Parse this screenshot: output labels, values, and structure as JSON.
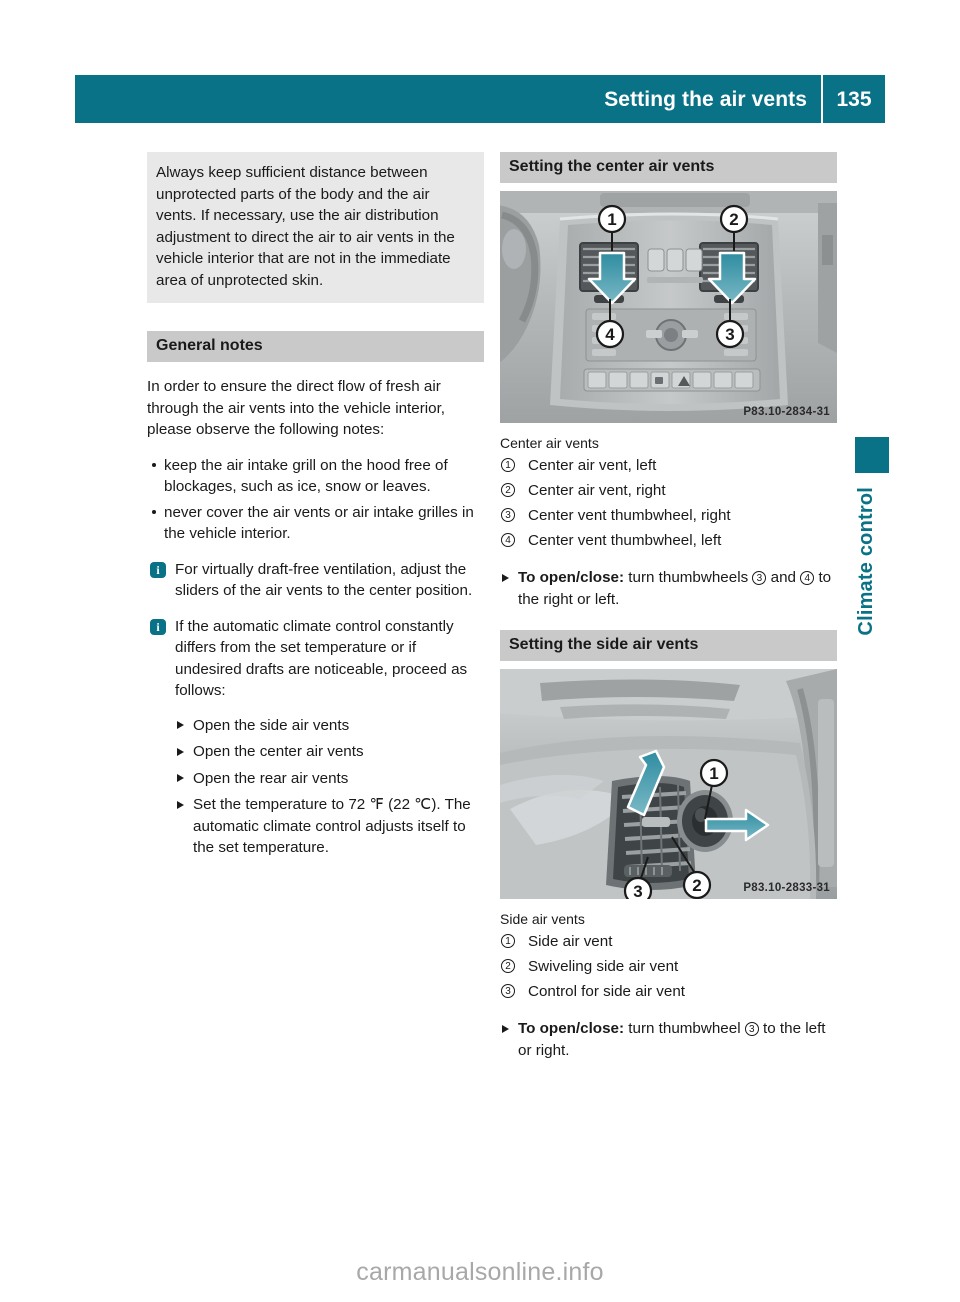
{
  "header": {
    "title": "Setting the air vents",
    "page_number": "135"
  },
  "side_tab": {
    "label": "Climate control",
    "color": "#0a7287"
  },
  "left_column": {
    "warning_text": "Always keep sufficient distance between unprotected parts of the body and the air vents. If necessary, use the air distribution adjustment to direct the air to air vents in the vehicle interior that are not in the immediate area of unprotected skin.",
    "general_notes_heading": "General notes",
    "intro_paragraph": "In order to ensure the direct flow of fresh air through the air vents into the vehicle interior, please observe the following notes:",
    "bullets": [
      "keep the air intake grill on the hood free of blockages, such as ice, snow or leaves.",
      "never cover the air vents or air intake grilles in the vehicle interior."
    ],
    "note_1": "For virtually draft-free ventilation, adjust the sliders of the air vents to the center position.",
    "note_2": "If the automatic climate control constantly differs from the set temperature or if undesired drafts are noticeable, proceed as follows:",
    "steps": [
      "Open the side air vents",
      "Open the center air vents",
      "Open the rear air vents",
      "Set the temperature to 72 ℉ (22 ℃). The automatic climate control adjusts itself to the set temperature."
    ]
  },
  "right_column": {
    "center_section": {
      "heading": "Setting the center air vents",
      "photo_code": "P83.10-2834-31",
      "photo_callouts": [
        "1",
        "2",
        "3",
        "4"
      ],
      "legend_title": "Center air vents",
      "legend": [
        {
          "num": "1",
          "text": "Center air vent, left"
        },
        {
          "num": "2",
          "text": "Center air vent, right"
        },
        {
          "num": "3",
          "text": "Center vent thumbwheel, right"
        },
        {
          "num": "4",
          "text": "Center vent thumbwheel, left"
        }
      ],
      "step_label": "To open/close:",
      "step_text_a": "turn thumbwheels",
      "step_num_a": "3",
      "step_text_b": "and",
      "step_num_b": "4",
      "step_text_c": "to the right or left."
    },
    "side_section": {
      "heading": "Setting the side air vents",
      "photo_code": "P83.10-2833-31",
      "photo_callouts": [
        "1",
        "2",
        "3"
      ],
      "legend_title": "Side air vents",
      "legend": [
        {
          "num": "1",
          "text": "Side air vent"
        },
        {
          "num": "2",
          "text": "Swiveling side air vent"
        },
        {
          "num": "3",
          "text": "Control for side air vent"
        }
      ],
      "step_label": "To open/close:",
      "step_text_a": "turn thumbwheel",
      "step_num_a": "3",
      "step_text_b": "to the left or right."
    }
  },
  "watermark": "carmanualsonline.info"
}
